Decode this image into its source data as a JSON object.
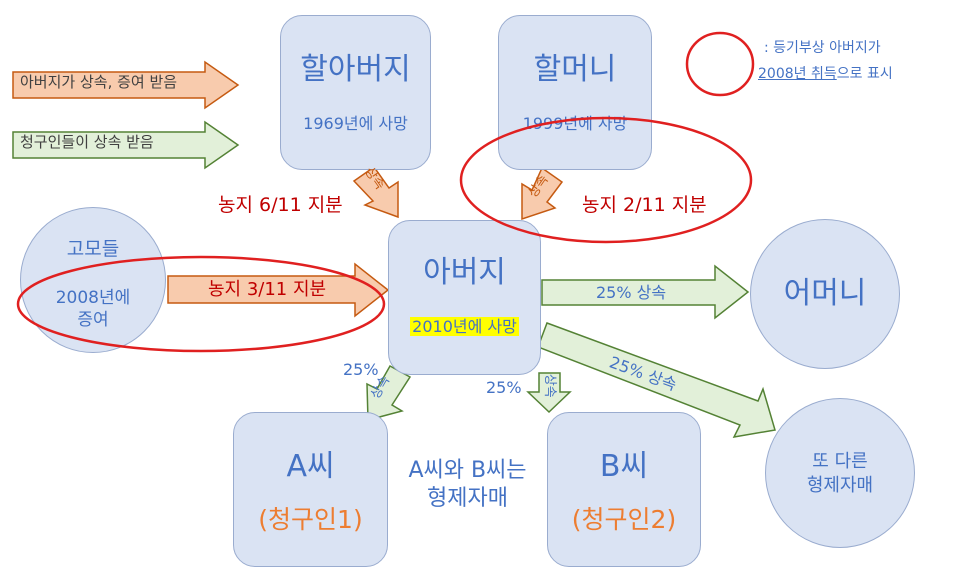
{
  "legend": {
    "orange_arrow": "아버지가 상속, 증여 받음",
    "green_arrow": "청구인들이 상속 받음",
    "circle_note_line1": ": 등기부상 아버지가",
    "circle_note_line2_underlined": "2008년 취득",
    "circle_note_line2_rest": "으로 표시"
  },
  "nodes": {
    "grandfather": {
      "name": "할아버지",
      "note": "1969년에 사망"
    },
    "grandmother": {
      "name": "할머니",
      "note": "1999년에 사망"
    },
    "father": {
      "name": "아버지",
      "note": "2010년에 사망"
    },
    "mother": {
      "name": "어머니"
    },
    "aunts": {
      "name": "고모들",
      "note_line1": "2008년에",
      "note_line2": "증여"
    },
    "person_a": {
      "name": "A씨",
      "role": "(청구인1)"
    },
    "person_b": {
      "name": "B씨",
      "role": "(청구인2)"
    },
    "other_sibling": {
      "line1": "또 다른",
      "line2": "형제자매"
    },
    "siblings_note": {
      "line1": "A씨와 B씨는",
      "line2": "형제자매"
    }
  },
  "arrows": {
    "grandfather_to_father": {
      "arrow_text": "상속",
      "label": "농지 6/11 지분"
    },
    "grandmother_to_father": {
      "arrow_text": "상속",
      "label": "농지 2/11 지분"
    },
    "aunts_to_father": {
      "label": "농지 3/11 지분"
    },
    "father_to_mother": {
      "label": "25% 상속"
    },
    "father_to_other": {
      "label": "25% 상속"
    },
    "father_to_a": {
      "pct": "25%",
      "arrow_text": "상속"
    },
    "father_to_b": {
      "pct": "25%",
      "arrow_text": "상속"
    }
  },
  "colors": {
    "box_fill": "#dae3f3",
    "box_border": "#9aaccf",
    "text_blue": "#4472c4",
    "text_red": "#c00000",
    "text_orange": "#ed7d31",
    "orange_arrow_fill": "#f8cbad",
    "orange_arrow_border": "#c55a11",
    "green_arrow_fill": "#e2f0d9",
    "green_arrow_border": "#548235",
    "circle_red": "#e02020",
    "highlight": "#ffff00"
  }
}
